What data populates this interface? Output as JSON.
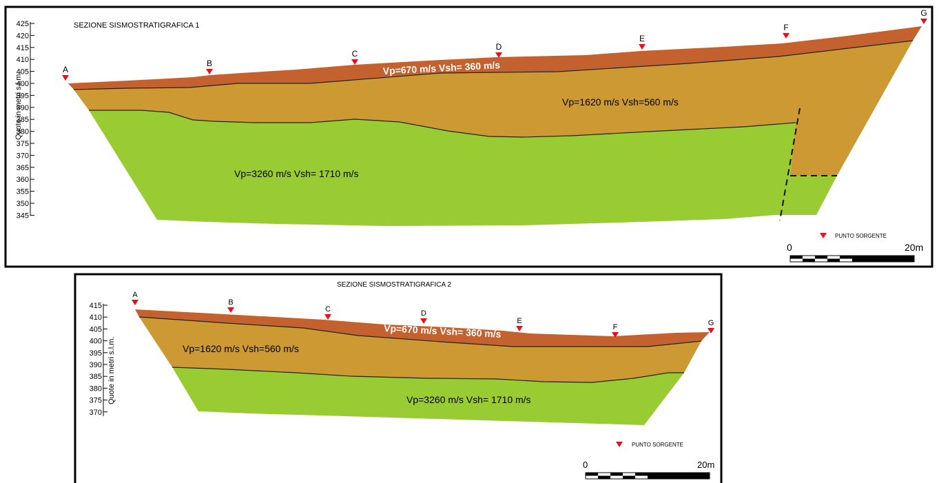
{
  "colors": {
    "layer_top": "#c4622f",
    "layer_mid": "#cc9933",
    "layer_bottom": "#99cc33",
    "marker": "#e8101a",
    "frame": "#000000"
  },
  "section1": {
    "title": "SEZIONE SISMOSTRATIGRAFICA 1",
    "ylabel": "Quote in metri s.l.m.",
    "ticks": [
      "425",
      "420",
      "415",
      "410",
      "405",
      "400",
      "395",
      "390",
      "385",
      "380",
      "375",
      "370",
      "365",
      "360",
      "355",
      "350",
      "345"
    ],
    "layer_top_label": "Vp=670 m/s Vsh= 360 m/s",
    "layer_mid_label": "Vp=1620 m/s Vsh=560 m/s",
    "layer_bottom_label": "Vp=3260 m/s Vsh= 1710 m/s",
    "points": [
      "A",
      "B",
      "C",
      "D",
      "E",
      "F",
      "G"
    ],
    "legend_label": "PUNTO SORGENTE",
    "scale_start": "0",
    "scale_end": "20m"
  },
  "section2": {
    "title": "SEZIONE SISMOSTRATIGRAFICA 2",
    "ylabel": "Quote in metri s.l.m.",
    "ticks": [
      "415",
      "410",
      "405",
      "400",
      "395",
      "390",
      "385",
      "380",
      "375",
      "370"
    ],
    "layer_top_label": "Vp=670 m/s Vsh= 360 m/s",
    "layer_mid_label": "Vp=1620 m/s Vsh=560 m/s",
    "layer_bottom_label": "Vp=3260 m/s Vsh= 1710 m/s",
    "points": [
      "A",
      "B",
      "C",
      "D",
      "E",
      "F",
      "G"
    ],
    "legend_label": "PUNTO SORGENTE",
    "scale_start": "0",
    "scale_end": "20m"
  }
}
